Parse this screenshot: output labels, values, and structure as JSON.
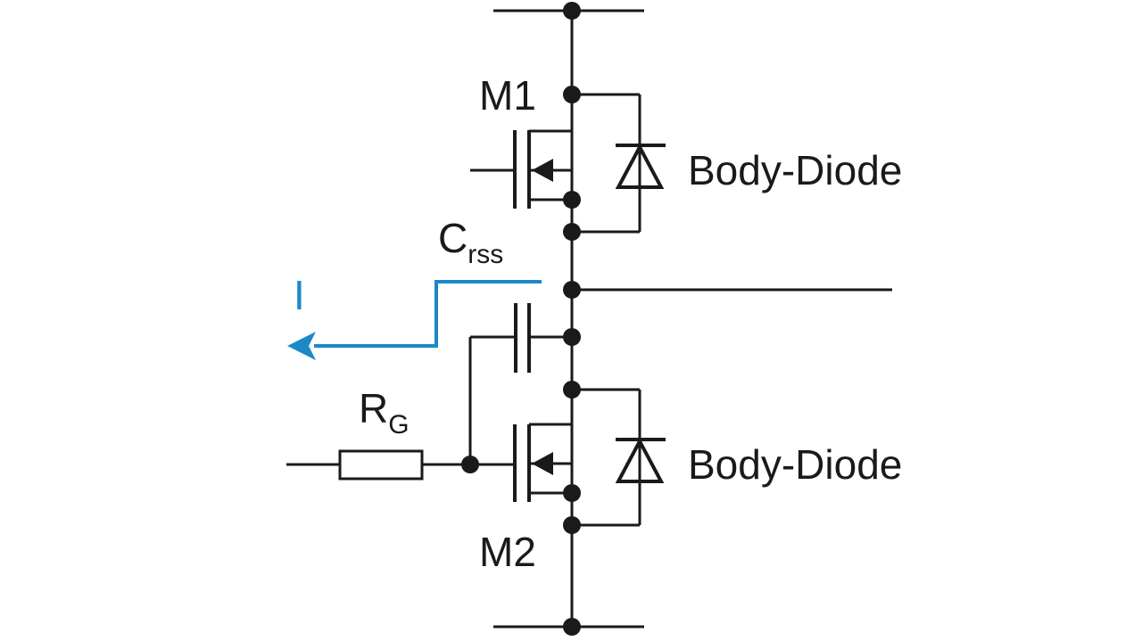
{
  "labels": {
    "m1": "M1",
    "m2": "M2",
    "body_diode_top": "Body-Diode",
    "body_diode_bottom": "Body-Diode",
    "crss_main": "C",
    "crss_sub": "rss",
    "rg_main": "R",
    "rg_sub": "G",
    "current": "I"
  },
  "colors": {
    "wire": "#1a1a1a",
    "current_path": "#1a8ac7"
  }
}
